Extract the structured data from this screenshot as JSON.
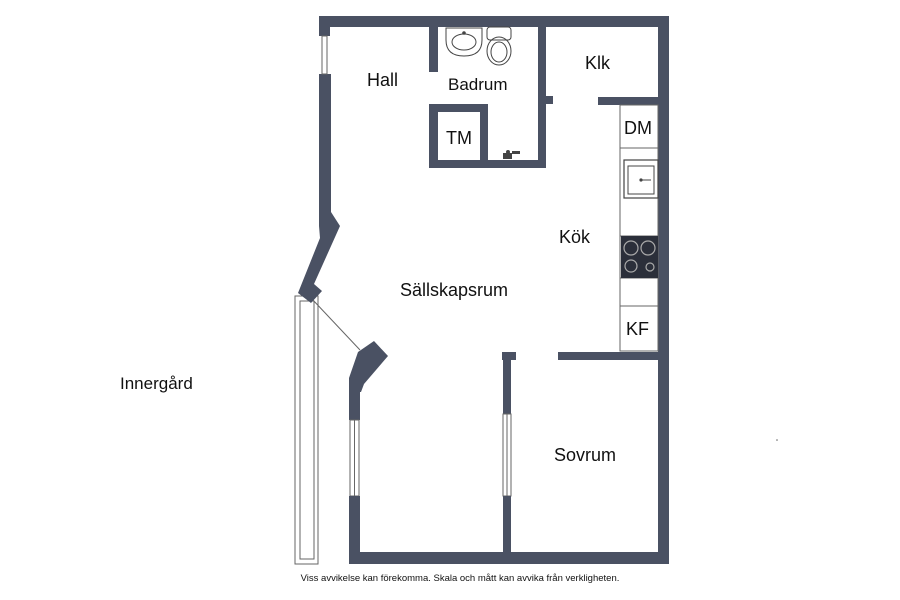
{
  "plan": {
    "wall_color": "#4a5163",
    "fixture_color": "#333333",
    "rooms": {
      "hall": "Hall",
      "badrum": "Badrum",
      "klk": "Klk",
      "tm": "TM",
      "dm": "DM",
      "kok": "Kök",
      "kf": "KF",
      "sallskapsrum": "Sällskapsrum",
      "sovrum": "Sovrum"
    },
    "outside": "Innergård",
    "disclaimer": "Viss avvikelse kan förekomma. Skala och mått kan avvika från verkligheten."
  }
}
